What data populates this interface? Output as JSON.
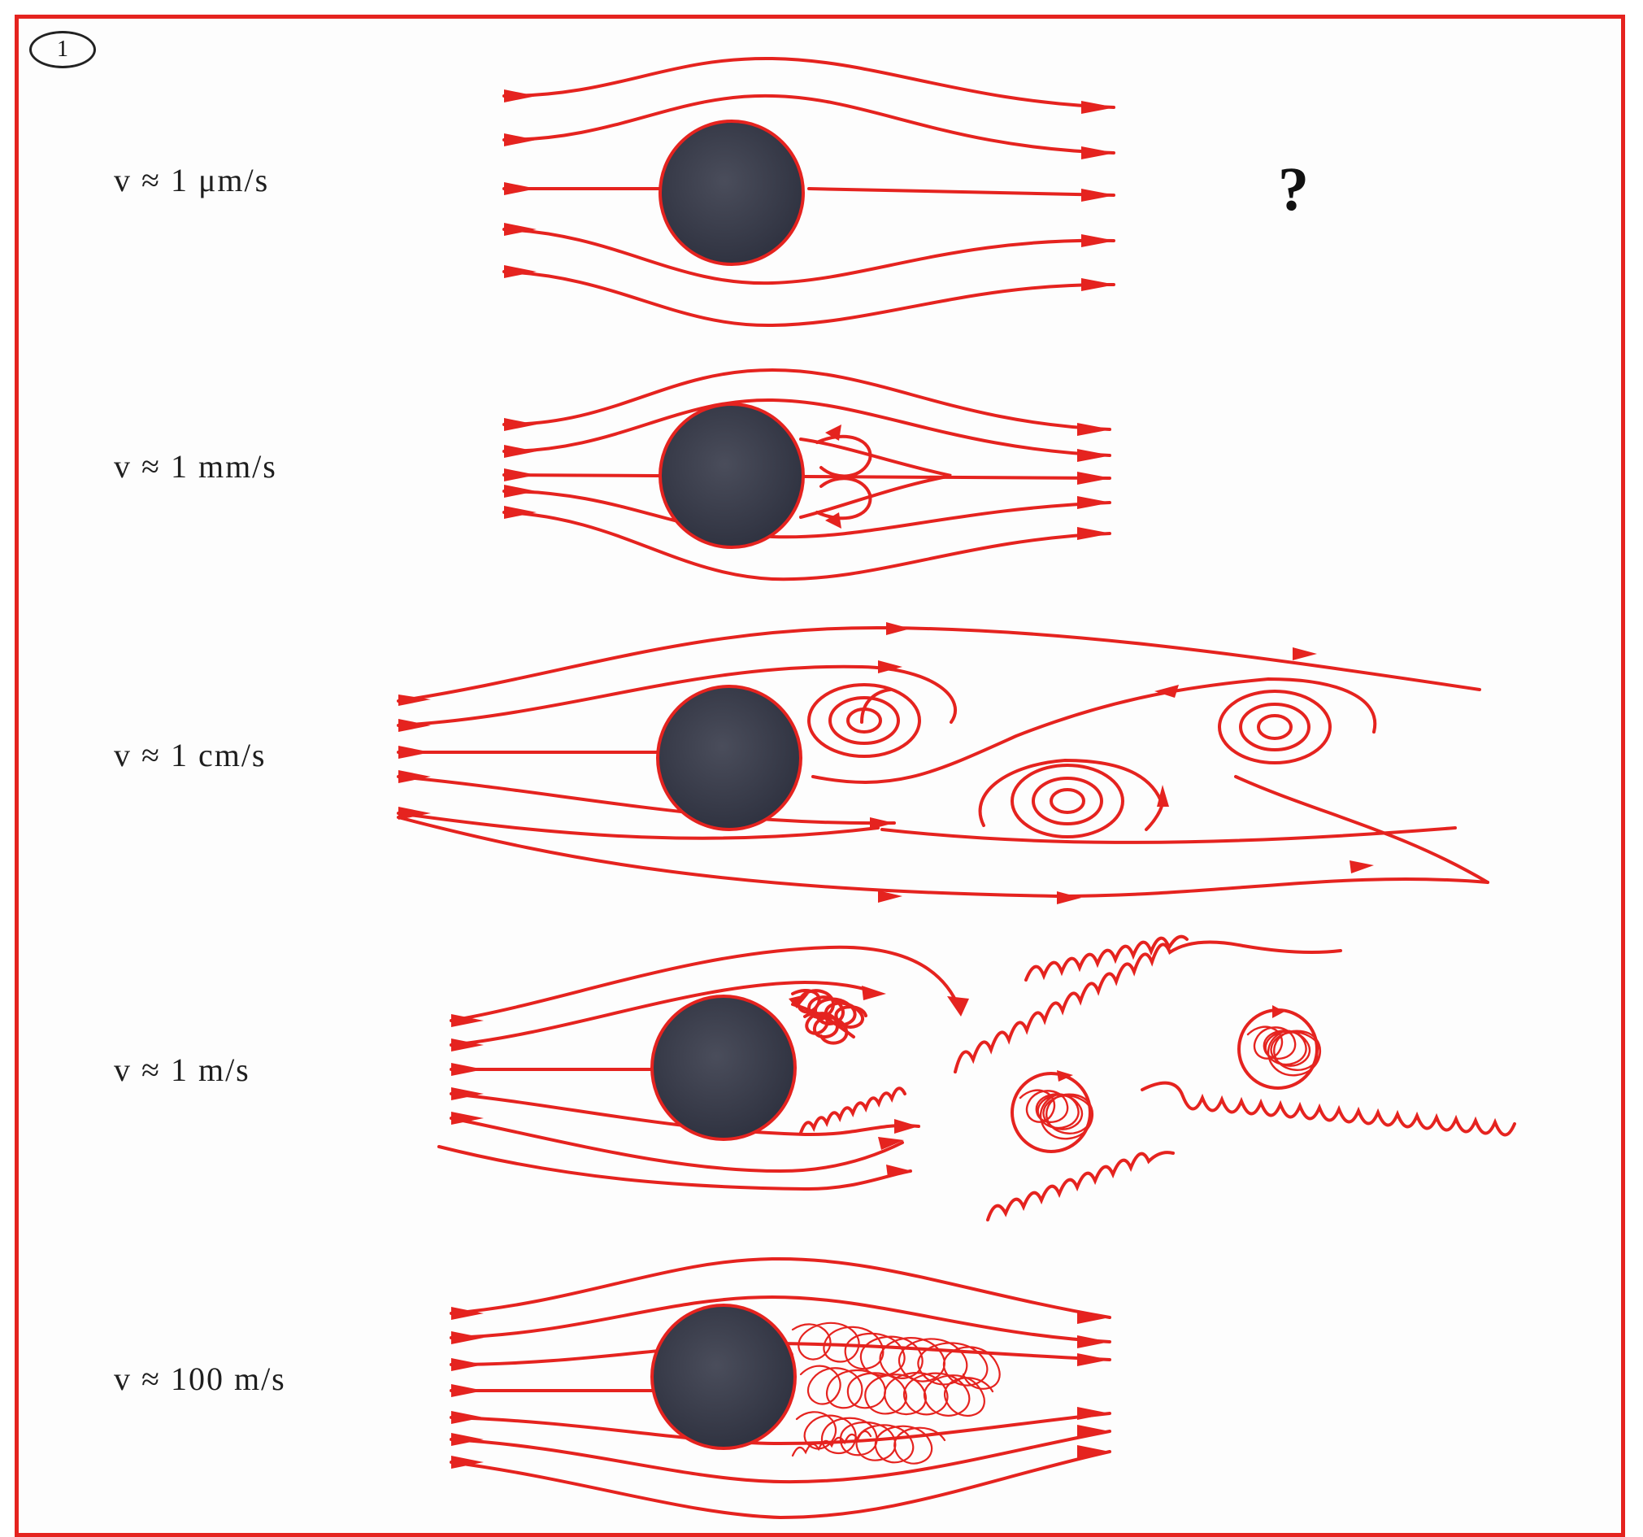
{
  "figure_number": "1",
  "question_mark": "?",
  "rows": [
    {
      "label": "v ≈ 1 μm/s"
    },
    {
      "label": "v ≈ 1 mm/s"
    },
    {
      "label": "v ≈ 1 cm/s"
    },
    {
      "label": "v ≈ 1 m/s"
    },
    {
      "label": "v ≈ 100 m/s"
    }
  ],
  "colors": {
    "streamline": "#e5231f",
    "sphere": "#3a3d4a",
    "frame": "#e5231f"
  }
}
